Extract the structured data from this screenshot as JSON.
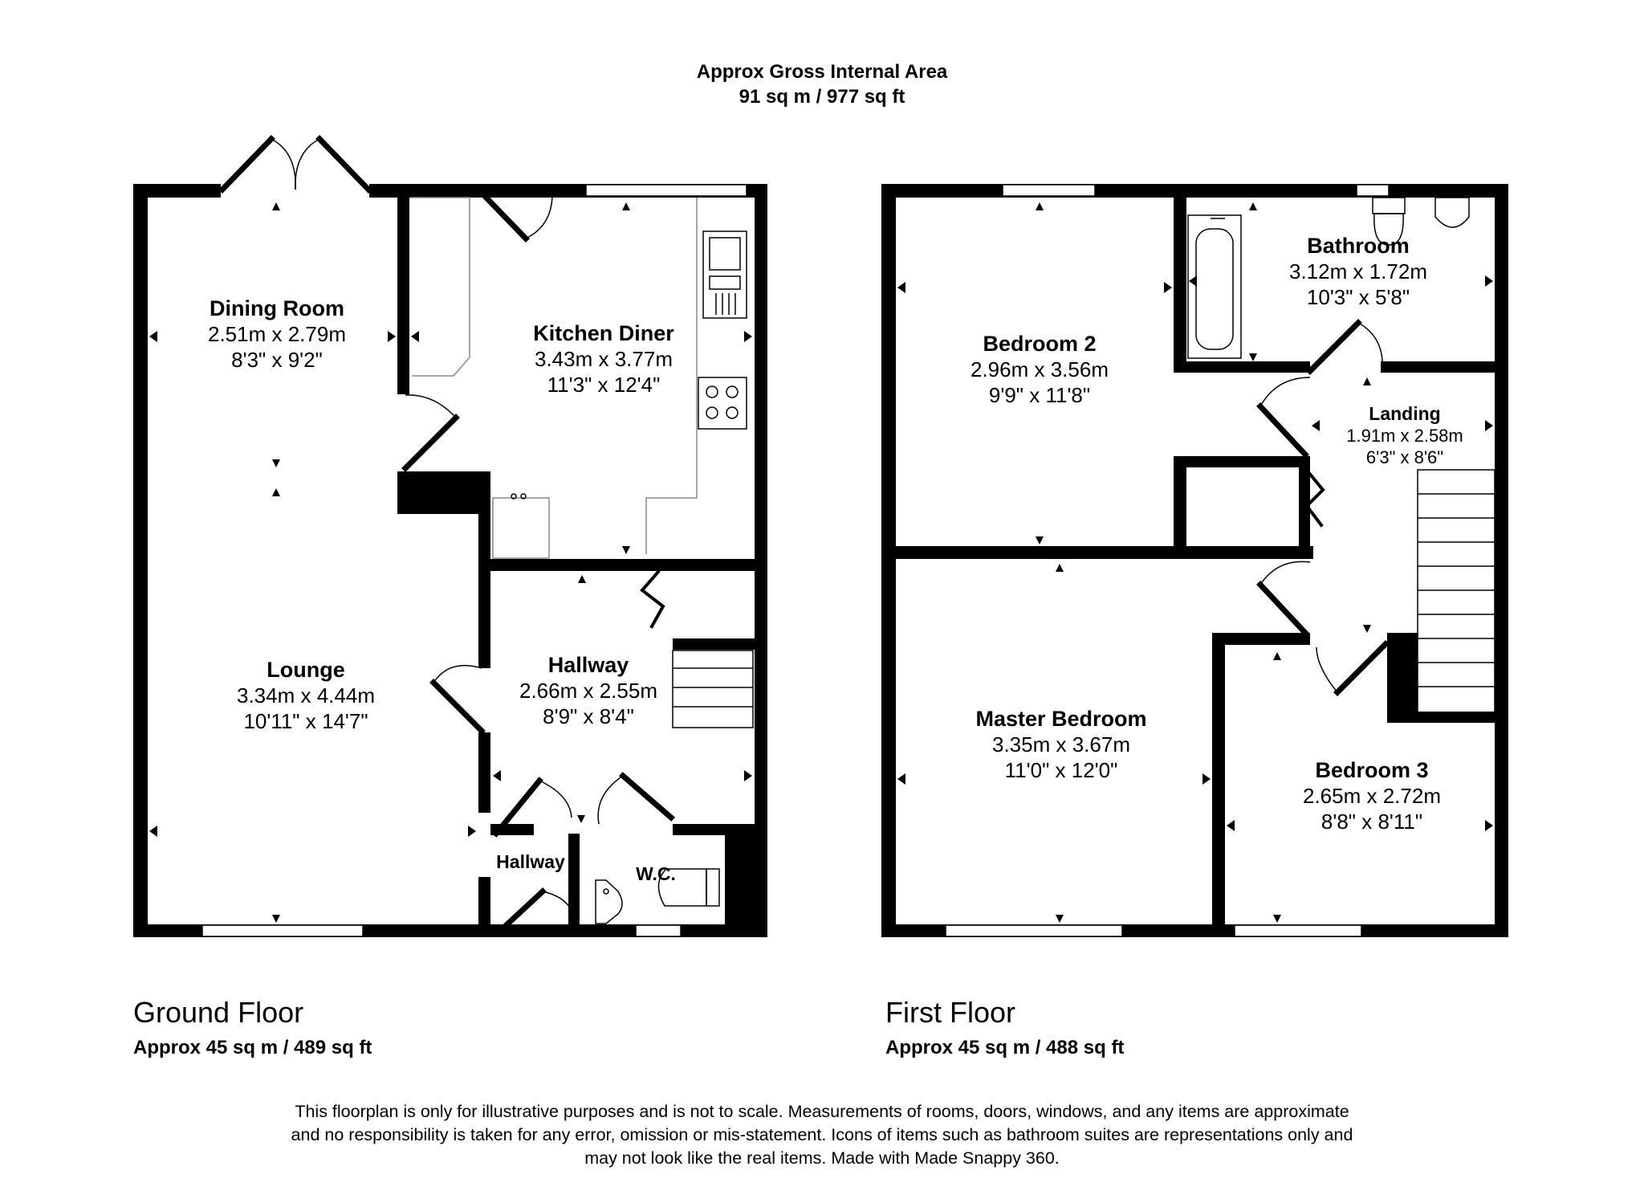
{
  "header": {
    "title": "Approx Gross Internal Area",
    "total_area": "91 sq m / 977 sq ft"
  },
  "ground_floor": {
    "title": "Ground Floor",
    "area": "Approx 45 sq m / 489 sq ft",
    "rooms": {
      "dining_room": {
        "name": "Dining Room",
        "metric": "2.51m x 2.79m",
        "imperial": "8'3\" x 9'2\""
      },
      "kitchen_diner": {
        "name": "Kitchen Diner",
        "metric": "3.43m x 3.77m",
        "imperial": "11'3\" x 12'4\""
      },
      "lounge": {
        "name": "Lounge",
        "metric": "3.34m x 4.44m",
        "imperial": "10'11\" x 14'7\""
      },
      "hallway": {
        "name": "Hallway",
        "metric": "2.66m x 2.55m",
        "imperial": "8'9\" x 8'4\""
      },
      "hallway_small": {
        "name": "Hallway"
      },
      "wc": {
        "name": "W.C."
      }
    }
  },
  "first_floor": {
    "title": "First Floor",
    "area": "Approx 45 sq m / 488 sq ft",
    "rooms": {
      "bedroom_2": {
        "name": "Bedroom 2",
        "metric": "2.96m x 3.56m",
        "imperial": "9'9\" x 11'8\""
      },
      "bathroom": {
        "name": "Bathroom",
        "metric": "3.12m x 1.72m",
        "imperial": "10'3\" x 5'8\""
      },
      "landing": {
        "name": "Landing",
        "metric": "1.91m x 2.58m",
        "imperial": "6'3\" x 8'6\""
      },
      "master_bedroom": {
        "name": "Master Bedroom",
        "metric": "3.35m x 3.67m",
        "imperial": "11'0\" x 12'0\""
      },
      "bedroom_3": {
        "name": "Bedroom 3",
        "metric": "2.65m x 2.72m",
        "imperial": "8'8\" x 8'11\""
      }
    }
  },
  "disclaimer": {
    "line1": "This floorplan is only for illustrative purposes and is not to scale. Measurements of rooms, doors, windows, and any items are approximate",
    "line2": "and no responsibility is taken for any error, omission or mis-statement. Icons of items such as bathroom suites are representations only and",
    "line3": "may not look like the real items. Made with Made Snappy 360."
  }
}
